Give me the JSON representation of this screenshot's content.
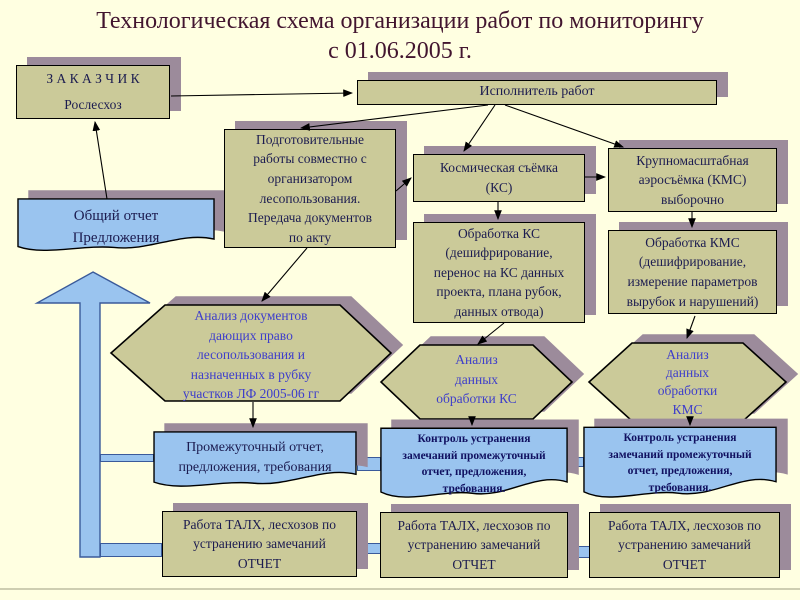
{
  "slide": {
    "title_line1": "Технологическая схема организации работ по мониторингу",
    "title_line2": "с 01.06.2005 г."
  },
  "colors": {
    "bg": "#FFFFE1",
    "khaki": "#CBCA99",
    "blue": "#9AC4EF",
    "shadow": "#9C8B9B",
    "title-text": "#42152F",
    "navy-text": "#1C1C50",
    "blue-text": "#3E3ECB",
    "control-text": "#101060",
    "arrow-blue-border": "#3A5A9A"
  },
  "nodes": {
    "customer": {
      "title": "З А К А З Ч И К",
      "subtitle": "Рослесхоз"
    },
    "executor": {
      "label": "Исполнитель работ"
    },
    "general_report": {
      "label": "Общий отчет\nПредложения"
    },
    "prep_works": {
      "label": "Подготовительные\nработы совместно с\nорганизатором\nлесопользования.\nПередача документов\nпо акту"
    },
    "space_survey": {
      "label": "Космическая съёмка\n(КС)"
    },
    "aerial_survey": {
      "label": "Крупномасштабная\nаэросъёмка (КМС)\nвыборочно"
    },
    "ks_processing": {
      "label": "Обработка КС\n(дешифрирование,\nперенос на КС данных\nпроекта, плана рубок,\nданных отвода)"
    },
    "kms_processing": {
      "label": "Обработка КМС\n(дешифрирование,\nизмерение параметров\nвырубок и нарушений)"
    },
    "docs_analysis": {
      "label": "Анализ документов\nдающих право\nлесопользования и\nназначенных в рубку\nучастков ЛФ 2005-06 гг"
    },
    "ks_analysis": {
      "label": "Анализ\nданных\nобработки КС"
    },
    "kms_analysis": {
      "label": "Анализ\nданных\nобработки\nКМС"
    },
    "interim_report": {
      "label": "Промежуточный отчет,\nпредложения, требования"
    },
    "remarks_control": {
      "label": "Контроль устранения\nзамечаний промежуточный\nотчет, предложения,\nтребования."
    },
    "remarks_work": {
      "label": "Работа ТАЛХ, лесхозов по\nустранению замечаний\nОТЧЕТ"
    }
  }
}
